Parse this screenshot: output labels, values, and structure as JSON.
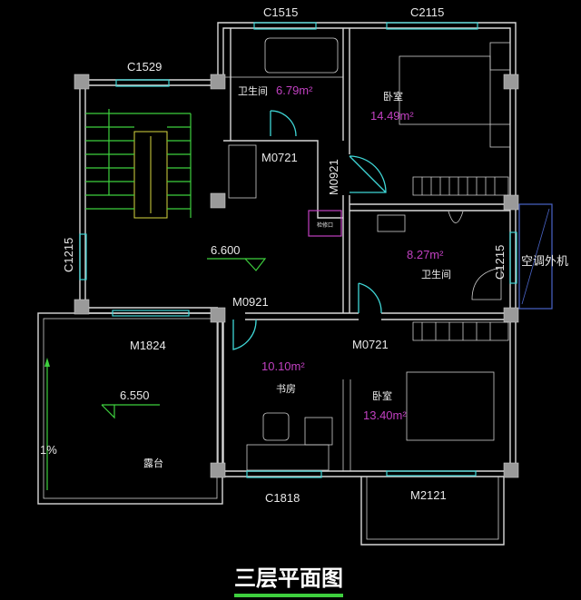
{
  "plan": {
    "title": "三层平面图",
    "window_labels": {
      "c1515": "C1515",
      "c2115": "C2115",
      "c1529": "C1529",
      "c1215_left": "C1215",
      "c1215_right": "C1215",
      "c1818": "C1818"
    },
    "door_labels": {
      "m0721_top": "M0721",
      "m0921_vertical": "M0921",
      "m0921_hall": "M0921",
      "m1824": "M1824",
      "m0721_bottom": "M0721",
      "m2121": "M2121"
    },
    "rooms": [
      {
        "name": "卫生间",
        "area": "6.79m²"
      },
      {
        "name": "卧室",
        "area": "14.49m²"
      },
      {
        "name": "卫生间",
        "area": "8.27m²"
      },
      {
        "name": "书房",
        "area": "10.10m²"
      },
      {
        "name": "卧室",
        "area": "13.40m²"
      },
      {
        "name": "露台"
      }
    ],
    "elevations": {
      "hall": "6.600",
      "terrace": "6.550"
    },
    "slope": "1%",
    "ac_unit_label": "空调外机",
    "hatch_label": "检修口",
    "colors": {
      "wall": "#d8d8d8",
      "window": "#3fd6d6",
      "area_text": "#c040c0",
      "stairs": "#d8d840",
      "green": "#3ecf3e"
    }
  }
}
